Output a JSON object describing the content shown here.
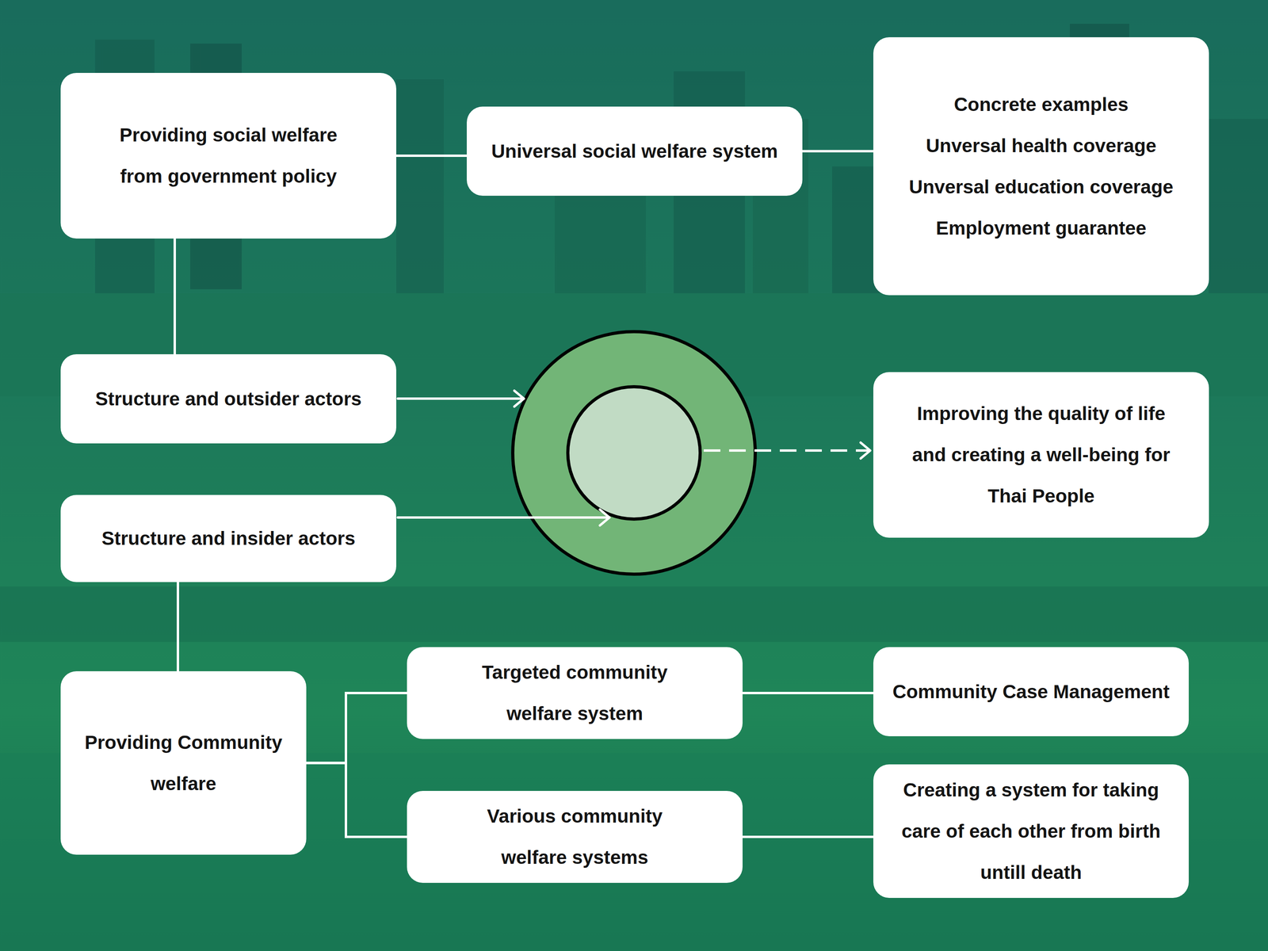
{
  "diagram": {
    "nodes": [
      {
        "text": [
          "Providing social welfare from government policy"
        ]
      },
      {
        "text": [
          "Universal social welfare system"
        ]
      },
      {
        "text": [
          "Concrete examples",
          "Unversal health coverage",
          "Unversal education coverage",
          "Employment guarantee"
        ]
      },
      {
        "text": [
          "Structure and outsider actors"
        ]
      },
      {
        "text": [
          "Improving the quality of life and creating a well-being for Thai People"
        ]
      },
      {
        "text": [
          "Structure and insider actors"
        ]
      },
      {
        "text": [
          "Providing Community welfare"
        ]
      },
      {
        "text": [
          "Targeted community welfare system"
        ]
      },
      {
        "text": [
          "Community Case Management"
        ]
      },
      {
        "text": [
          "Various community welfare systems"
        ]
      },
      {
        "text": [
          "Creating a system for taking care of each other from birth untill death"
        ]
      }
    ],
    "edges": [
      {
        "from": 0,
        "to": 1,
        "arrow": "none"
      },
      {
        "from": 1,
        "to": 2,
        "arrow": "none"
      },
      {
        "from": 0,
        "to": 3,
        "arrow": "none"
      },
      {
        "from": 5,
        "to": 6,
        "arrow": "none"
      },
      {
        "from": 6,
        "to": 7,
        "arrow": "none"
      },
      {
        "from": 6,
        "to": 9,
        "arrow": "none"
      },
      {
        "from": 7,
        "to": 8,
        "arrow": "none"
      },
      {
        "from": 9,
        "to": 10,
        "arrow": "none"
      }
    ]
  }
}
